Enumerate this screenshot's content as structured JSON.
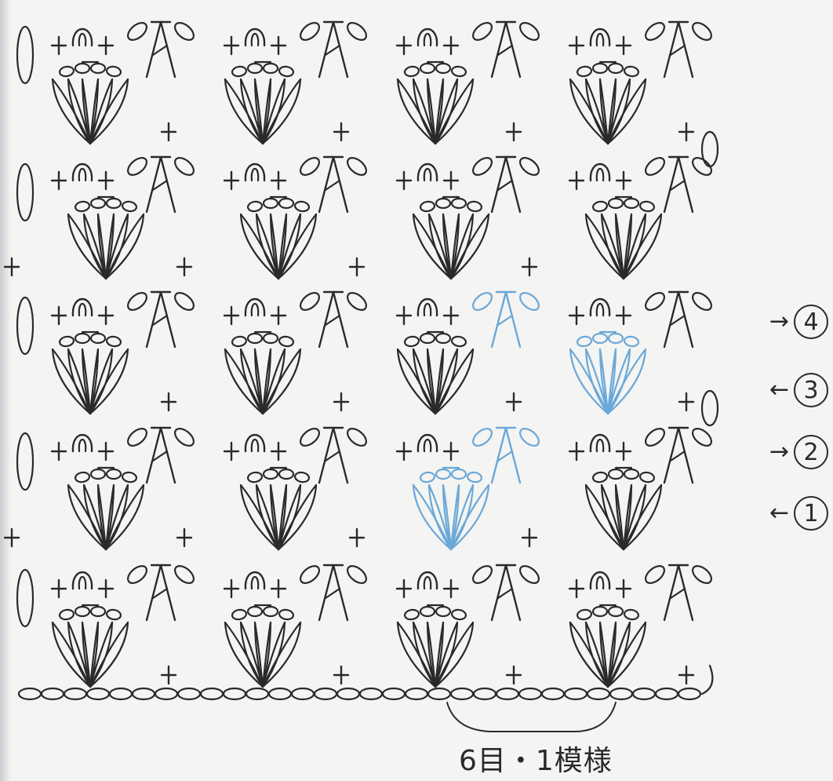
{
  "row_markers": [
    {
      "arrow": "→",
      "number": "4"
    },
    {
      "arrow": "←",
      "number": "3"
    },
    {
      "arrow": "→",
      "number": "2"
    },
    {
      "arrow": "←",
      "number": "1"
    }
  ],
  "repeat_label": "6目・1模様",
  "colors": {
    "ink": "#2a2a2a",
    "highlight": "#6aa8d8",
    "paper": "#f4f4f2"
  },
  "icons": {
    "single_crochet": "plus-symbol",
    "chain": "oval-loop-symbol",
    "treble_cluster": "fan-shell-symbol",
    "puff": "puff-loop-symbol"
  }
}
